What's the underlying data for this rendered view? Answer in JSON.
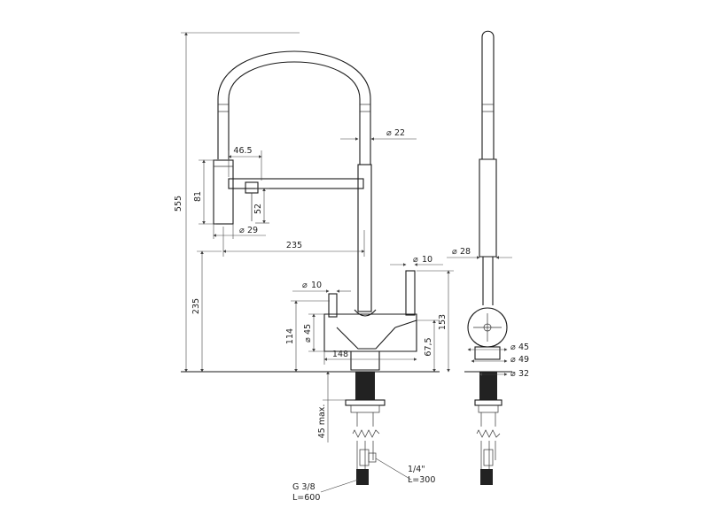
{
  "front_view": {
    "dimensions": {
      "total_height": "555",
      "spray_height": "81",
      "spray_offset": "46.5",
      "spray_depth": "52",
      "spray_diameter": "29",
      "reach": "235",
      "spout_height": "235",
      "body_height": "114",
      "body_diameter": "45",
      "side_handle_diameter": "10",
      "top_handle_diameter": "10",
      "body_width": "148",
      "lever_height": "67,5",
      "right_height": "153",
      "pipe_diameter": "22",
      "max_counter": "45 max."
    },
    "connections": {
      "main_hose_thread": "G 3/8",
      "main_hose_length": "L=600",
      "filter_hose_thread": "1/4\"",
      "filter_hose_length": "L=300"
    }
  },
  "side_view": {
    "dimensions": {
      "hose_diameter": "28",
      "base_diameter_45": "45",
      "base_diameter_49": "49",
      "base_diameter_32": "32"
    }
  },
  "symbols": {
    "diameter": "⌀"
  }
}
